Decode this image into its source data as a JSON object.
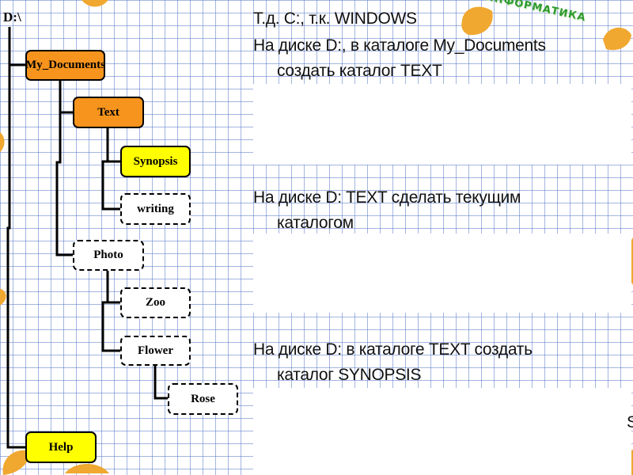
{
  "diagram": {
    "root": "D:\\",
    "nodes": {
      "my_documents": "My_Documents",
      "text": "Text",
      "synopsis": "Synopsis",
      "writing": "writing",
      "photo": "Photo",
      "zoo": "Zoo",
      "flower": "Flower",
      "rose": "Rose",
      "help": "Help"
    }
  },
  "tasks": {
    "t0_line1": "Т.д. С:, т.к. WINDOWS",
    "t1_line1": "На диске D:, в каталоге My_Documents",
    "t1_line2": "создать каталог TEXT",
    "t2_line1": "На диске D: TEXT сделать текущим",
    "t2_line2": "каталогом",
    "t3_line1": "На диске D: в каталоге TEXT создать",
    "t3_line2": "каталог SYNOPSIS",
    "cut_off": "S"
  },
  "logo_text": "ИНФОРМАТИКА",
  "colors": {
    "orange_node": "#f7941d",
    "yellow_node": "#ffff00",
    "grid": "#5a78c8",
    "leaf": "#f0a830"
  }
}
